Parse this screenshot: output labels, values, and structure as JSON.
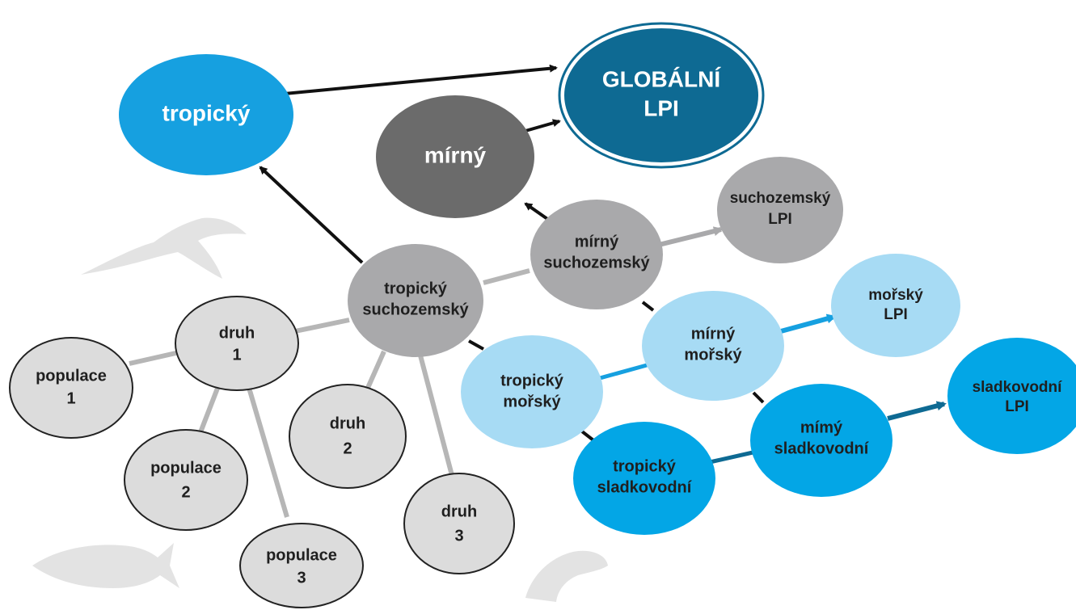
{
  "colors": {
    "global": "#0e6a93",
    "tropical": "#16a0e0",
    "temperate": "#6b6b6b",
    "grey_node": "#a9a9ab",
    "light_grey": "#dcdcdc",
    "light_blue": "#a7dbf4",
    "mid_blue": "#03a6e6",
    "text_dark": "#1f1f1f",
    "text_white": "#ffffff",
    "silhouette": "#e3e3e3"
  },
  "nodes": {
    "global": {
      "line1": "GLOBÁLNÍ",
      "line2": "LPI"
    },
    "tropicky": {
      "line1": "tropický"
    },
    "mirny": {
      "line1": "mírný"
    },
    "suchozemsky_lpi": {
      "line1": "suchozemský",
      "line2": "LPI"
    },
    "morsky_lpi": {
      "line1": "mořský",
      "line2": "LPI"
    },
    "sladkovodni_lpi": {
      "line1": "sladkovodní",
      "line2": "LPI"
    },
    "mirny_suchozemsky": {
      "line1": "mírný",
      "line2": "suchozemský"
    },
    "tropicky_suchozemsky": {
      "line1": "tropický",
      "line2": "suchozemský"
    },
    "mirny_morsky": {
      "line1": "mírný",
      "line2": "mořský"
    },
    "tropicky_morsky": {
      "line1": "tropický",
      "line2": "mořský"
    },
    "mirny_sladkovodni": {
      "line1": "mímý",
      "line2": "sladkovodní"
    },
    "tropicky_sladkovodni": {
      "line1": "tropický",
      "line2": "sladkovodní"
    },
    "druh1": {
      "line1": "druh",
      "line2": "1"
    },
    "druh2": {
      "line1": "druh",
      "line2": "2"
    },
    "druh3": {
      "line1": "druh",
      "line2": "3"
    },
    "populace1": {
      "line1": "populace",
      "line2": "1"
    },
    "populace2": {
      "line1": "populace",
      "line2": "2"
    },
    "populace3": {
      "line1": "populace",
      "line2": "3"
    }
  },
  "icons": [
    "bird-silhouette-icon",
    "fish-silhouette-icon",
    "otter-silhouette-icon"
  ]
}
